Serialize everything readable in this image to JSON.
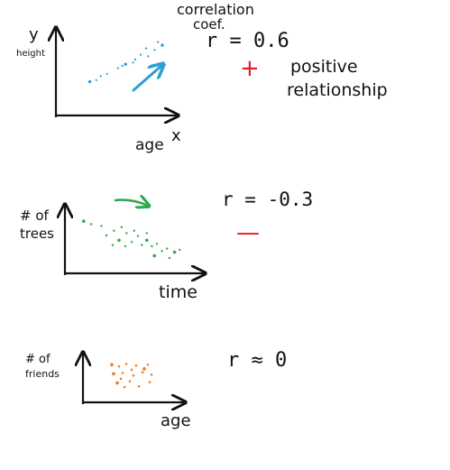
{
  "colors": {
    "ink": "#111111",
    "blue": "#2a9fd6",
    "green": "#2fa84f",
    "red": "#e01b24",
    "orange": "#f07f2a"
  },
  "plot1": {
    "title_line1": "correlation",
    "title_line2": "coef.",
    "r_value": "r = 0.6",
    "sign": "+",
    "meaning_line1": "positive",
    "meaning_line2": "relationship",
    "y_axis_letter": "y",
    "y_label": "height",
    "x_label": "age",
    "x_axis_letter": "x",
    "arrow_icon": "arrow-up-right-icon",
    "points": [
      [
        0.28,
        0.62
      ],
      [
        0.34,
        0.6
      ],
      [
        0.38,
        0.55
      ],
      [
        0.44,
        0.52
      ],
      [
        0.54,
        0.45
      ],
      [
        0.61,
        0.4
      ],
      [
        0.7,
        0.34
      ],
      [
        0.75,
        0.28
      ],
      [
        0.82,
        0.3
      ],
      [
        0.88,
        0.22
      ],
      [
        0.95,
        0.16
      ],
      [
        0.91,
        0.12
      ],
      [
        0.8,
        0.2
      ],
      [
        0.68,
        0.38
      ],
      [
        0.58,
        0.42
      ]
    ]
  },
  "plot2": {
    "r_value": "r = -0.3",
    "sign": "—",
    "y_label_line1": "# of",
    "y_label_line2": "trees",
    "x_label": "time",
    "arrow_icon": "arrow-right-down-icon",
    "points": [
      [
        0.12,
        0.2
      ],
      [
        0.18,
        0.25
      ],
      [
        0.26,
        0.28
      ],
      [
        0.3,
        0.44
      ],
      [
        0.36,
        0.36
      ],
      [
        0.4,
        0.52
      ],
      [
        0.46,
        0.4
      ],
      [
        0.5,
        0.55
      ],
      [
        0.55,
        0.45
      ],
      [
        0.58,
        0.6
      ],
      [
        0.62,
        0.52
      ],
      [
        0.66,
        0.62
      ],
      [
        0.7,
        0.58
      ],
      [
        0.74,
        0.7
      ],
      [
        0.78,
        0.66
      ],
      [
        0.84,
        0.72
      ],
      [
        0.88,
        0.68
      ],
      [
        0.45,
        0.62
      ],
      [
        0.52,
        0.36
      ],
      [
        0.35,
        0.6
      ],
      [
        0.68,
        0.78
      ],
      [
        0.8,
        0.82
      ],
      [
        0.42,
        0.3
      ],
      [
        0.62,
        0.4
      ]
    ]
  },
  "plot3": {
    "r_value": "r ≈ 0",
    "y_label_line1": "# of",
    "y_label_line2": "friends",
    "x_label": "age",
    "points": [
      [
        0.28,
        0.18
      ],
      [
        0.36,
        0.22
      ],
      [
        0.44,
        0.16
      ],
      [
        0.55,
        0.2
      ],
      [
        0.68,
        0.18
      ],
      [
        0.3,
        0.4
      ],
      [
        0.4,
        0.38
      ],
      [
        0.52,
        0.44
      ],
      [
        0.62,
        0.36
      ],
      [
        0.72,
        0.42
      ],
      [
        0.34,
        0.62
      ],
      [
        0.48,
        0.58
      ],
      [
        0.58,
        0.7
      ],
      [
        0.7,
        0.6
      ],
      [
        0.42,
        0.72
      ],
      [
        0.64,
        0.28
      ],
      [
        0.5,
        0.3
      ],
      [
        0.38,
        0.52
      ]
    ]
  }
}
